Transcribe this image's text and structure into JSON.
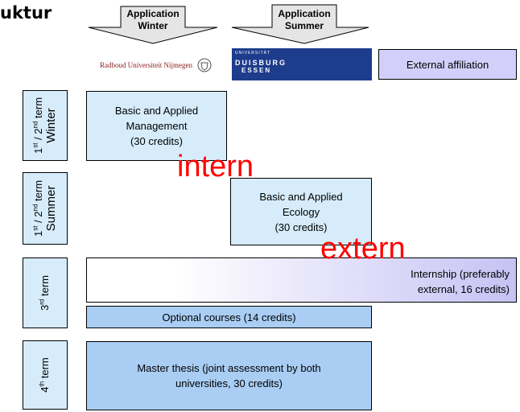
{
  "title": "uktur",
  "applications": [
    {
      "line1": "Application",
      "line2": "Winter"
    },
    {
      "line1": "Application",
      "line2": "Summer"
    }
  ],
  "logos": {
    "radboud": "Radboud Universiteit Nijmegen",
    "ude_top": "UNIVERSITÄT",
    "ude_main": "DUISBURG",
    "ude_sub": "ESSEN"
  },
  "external_affiliation": "External affiliation",
  "terms": [
    {
      "prefix": "1",
      "sup1": "st",
      "mid": " / 2",
      "sup2": "nd",
      "suffix": " term",
      "season": "Winter"
    },
    {
      "prefix": "1",
      "sup1": "st",
      "mid": " / 2",
      "sup2": "nd",
      "suffix": " term",
      "season": "Summer"
    },
    {
      "prefix": "3",
      "sup1": "rd",
      "suffix": " term"
    },
    {
      "prefix": "4",
      "sup1": "th",
      "suffix": " term"
    }
  ],
  "modules": {
    "management": {
      "line1": "Basic and Applied",
      "line2": "Management",
      "line3": "(30 credits)"
    },
    "ecology": {
      "line1": "Basic and Applied",
      "line2": "Ecology",
      "line3": "(30 credits)"
    },
    "internship": {
      "line1": "Internship (preferably",
      "line2": "external, 16 credits)"
    },
    "optional": "Optional courses (14 credits)",
    "thesis": {
      "line1": "Master thesis (joint assessment by both",
      "line2": "universities, 30 credits)"
    }
  },
  "labels": {
    "intern": "intern",
    "extern": "extern"
  },
  "colors": {
    "light_box": "#d6ecfb",
    "medium_box": "#a9cdf3",
    "red": "#ff0000",
    "ude_blue": "#1e3c8c",
    "ext_box": "#d2d0fa"
  }
}
